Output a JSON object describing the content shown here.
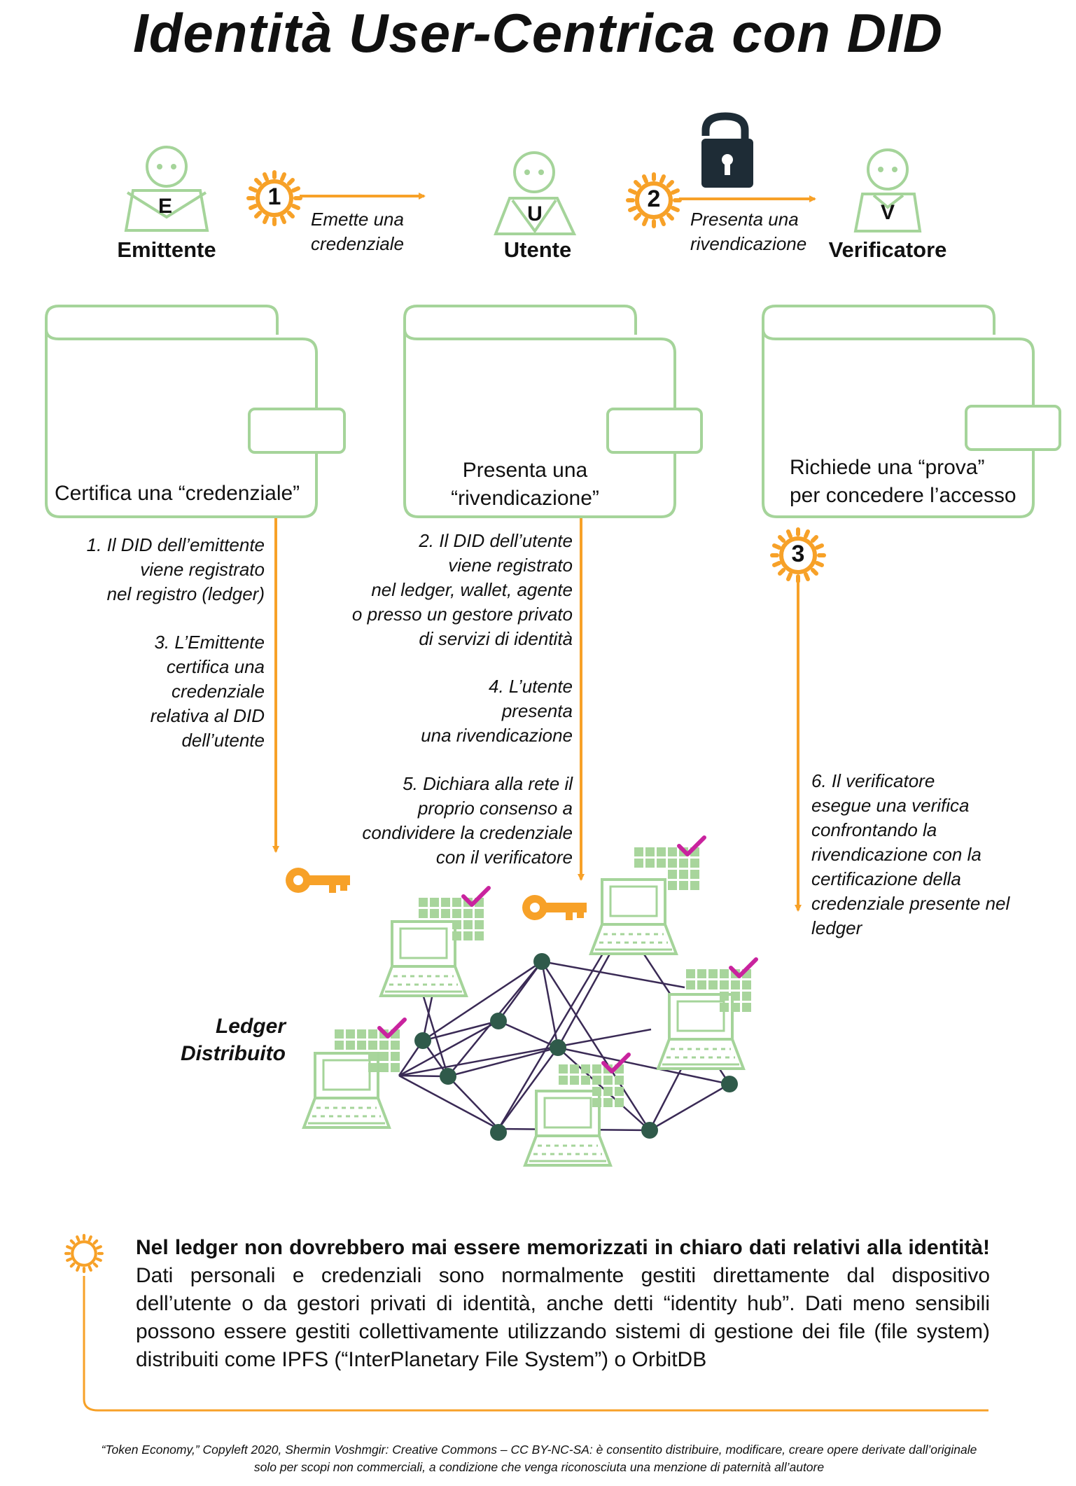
{
  "title": "Identità User-Centrica con DID",
  "roles": {
    "issuer": {
      "letter": "E",
      "label": "Emittente"
    },
    "user": {
      "letter": "U",
      "label": "Utente"
    },
    "verifier": {
      "letter": "V",
      "label": "Verificatore"
    }
  },
  "steps": {
    "step1": {
      "number": "1",
      "caption_line1": "Emette una",
      "caption_line2": "credenziale"
    },
    "step2": {
      "number": "2",
      "caption_line1": "Presenta una",
      "caption_line2": "rivendicazione"
    },
    "step3": {
      "number": "3"
    }
  },
  "wallets": {
    "issuer": "Certifica una “credenziale”",
    "user_line1": "Presenta una",
    "user_line2": "“rivendicazione”",
    "verifier_line1": "Richiede una “prova”",
    "verifier_line2": "per concedere l’accesso"
  },
  "notes": {
    "n1": [
      "1. Il DID dell’emittente",
      "viene registrato",
      "nel registro (ledger)"
    ],
    "n3": [
      "3. L’Emittente",
      "certifica una",
      "credenziale",
      "relativa al DID",
      "dell’utente"
    ],
    "n2": [
      "2. Il DID dell’utente",
      "viene registrato",
      "nel ledger, wallet, agente",
      "o presso un gestore privato",
      "di servizi di identità"
    ],
    "n4": [
      "4. L’utente",
      "presenta",
      "una rivendicazione"
    ],
    "n5": [
      "5. Dichiara alla rete il",
      "proprio consenso a",
      "condividere la credenziale",
      "con il verificatore"
    ],
    "n6": [
      "6. Il verificatore",
      "esegue una verifica",
      "confrontando la",
      "rivendicazione con la",
      "certificazione della",
      "credenziale presente nel",
      "ledger"
    ]
  },
  "ledger": {
    "line1": "Ledger",
    "line2": "Distribuito"
  },
  "warning": {
    "bold": "Nel ledger non dovrebbero mai essere memorizzati in chiaro dati relativi alla identità!",
    "text": " Dati personali e credenziali sono normalmente gestiti direttamente dal dispositivo dell’utente o da gestori privati di identità, anche detti “identity hub”. Dati meno sensibili possono essere gestiti collettivamente utilizzando sistemi di gestione dei file (file system) distribuiti come IPFS (“InterPlanetary File System”) o OrbitDB"
  },
  "footer": {
    "line1": "“Token Economy,” Copyleft 2020, Shermin Voshmgir: Creative Commons – CC BY-NC-SA: è consentito distribuire, modificare, creare opere derivate dall’originale",
    "line2": "solo per scopi non commerciali, a condizione che venga riconosciuta una menzione di paternità all’autore"
  },
  "colors": {
    "green": "#a5d49a",
    "green_fill": "#a8d59c",
    "orange": "#f7a128",
    "magenta": "#c9239e",
    "node": "#2f5a4a",
    "edge": "#3a2a55",
    "lock": "#1e2c36"
  },
  "icons": [
    "person-icon",
    "sun-step-icon",
    "arrow-icon",
    "lock-icon",
    "wallet-icon",
    "key-icon",
    "laptop-icon",
    "grid-check-icon",
    "network-node-icon"
  ]
}
